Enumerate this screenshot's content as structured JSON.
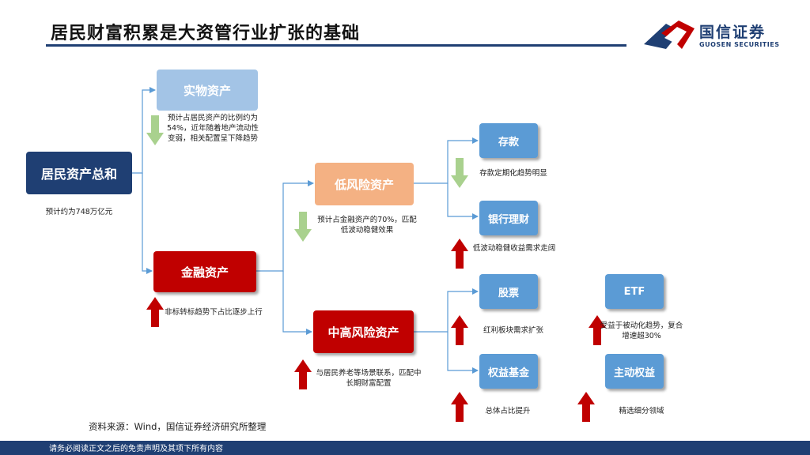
{
  "header": {
    "title": "居民财富积累是大资管行业扩张的基础"
  },
  "logo": {
    "name_cn": "国信证券",
    "name_en": "GUOSEN SECURITIES"
  },
  "nodes": {
    "total": {
      "label": "居民资产总和",
      "note": "预计约为748万亿元"
    },
    "physical": {
      "label": "实物资产",
      "note": "预计占居民资产的比例约为54%，近年随着地产流动性变弱，相关配置呈下降趋势",
      "trend": "down"
    },
    "financial": {
      "label": "金融资产",
      "note": "非标转标趋势下占比逐步上行",
      "trend": "up"
    },
    "low_risk": {
      "label": "低风险资产",
      "note": "预计占金融资产的70%，匹配低波动稳健效果",
      "trend": "down"
    },
    "mid_high_risk": {
      "label": "中高风险资产",
      "note": "与居民养老等场景联系，匹配中长期财富配置",
      "trend": "up"
    },
    "deposit": {
      "label": "存款",
      "note": "存款定期化趋势明显",
      "trend": "down"
    },
    "bank_wm": {
      "label": "银行理财",
      "note": "低波动稳健收益需求走阔",
      "trend": "up"
    },
    "stocks": {
      "label": "股票",
      "note": "红利板块需求扩张",
      "trend": "up"
    },
    "etf": {
      "label": "ETF",
      "note": "受益于被动化趋势，复合增速超30%",
      "trend": "up"
    },
    "equity_fund": {
      "label": "权益基金",
      "note": "总体占比提升",
      "trend": "up"
    },
    "active_equity": {
      "label": "主动权益",
      "note": "精选细分领域",
      "trend": "up"
    }
  },
  "colors": {
    "navy": "#1f3f73",
    "red": "#c00000",
    "green": "#a9d18e",
    "blue": "#5b9bd5",
    "peach": "#f4b183",
    "light_blue": "#a3c4e6"
  },
  "source": "资料来源：Wind，国信证券经济研究所整理",
  "footer": "请务必阅读正文之后的免责声明及其项下所有内容"
}
